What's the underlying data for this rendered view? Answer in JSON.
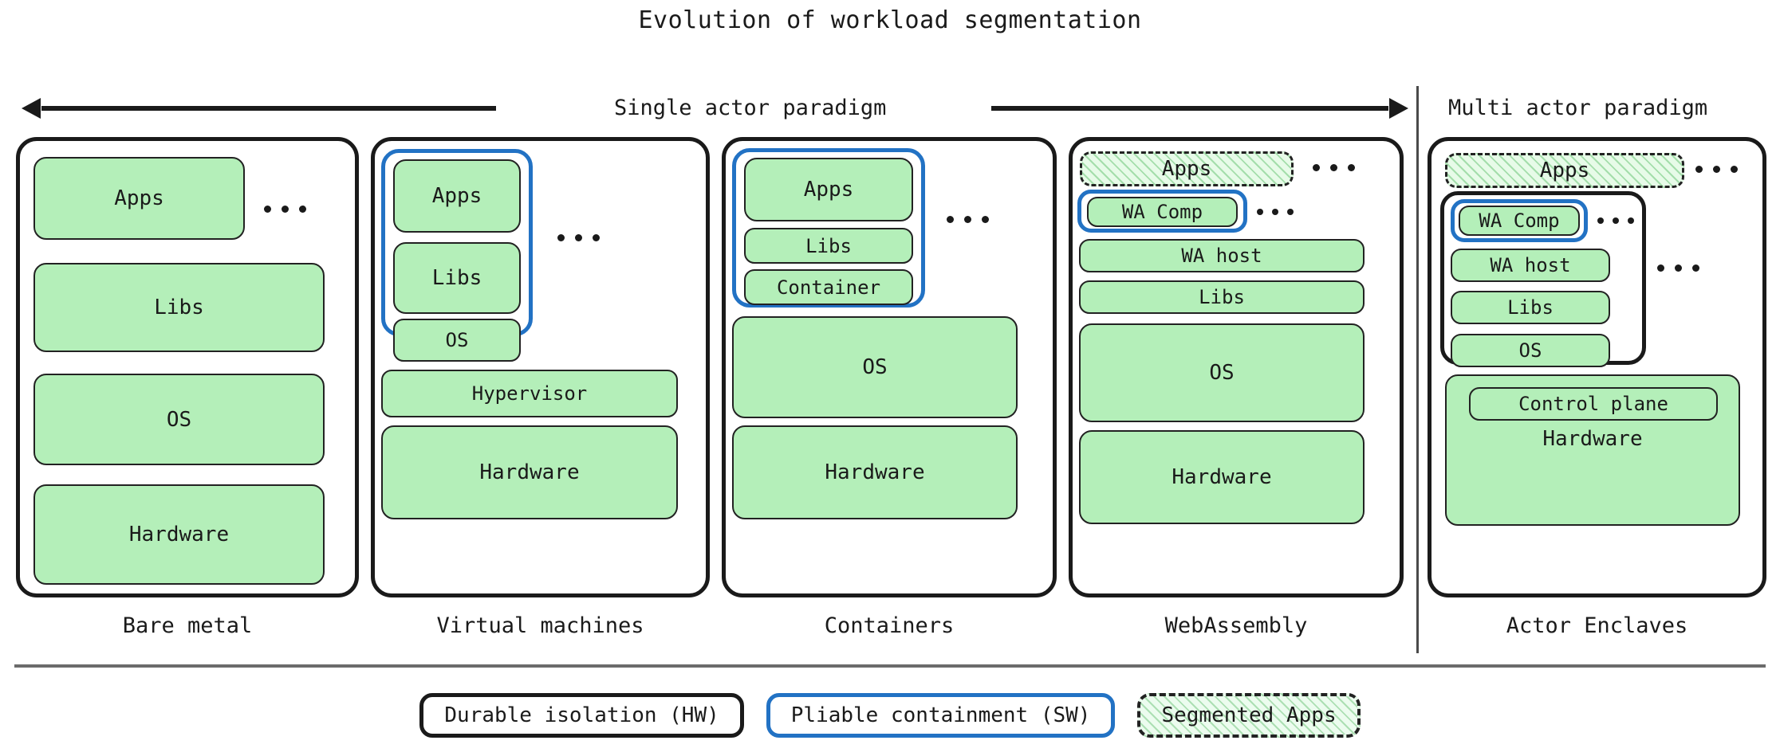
{
  "title": "Evolution of workload segmentation",
  "paradigms": {
    "single": "Single actor paradigm",
    "multi": "Multi actor paradigm"
  },
  "columns": [
    {
      "caption": "Bare metal",
      "layers": [
        {
          "label": "Apps",
          "kind": "solid"
        },
        {
          "label": "Libs",
          "kind": "solid"
        },
        {
          "label": "OS",
          "kind": "solid"
        },
        {
          "label": "Hardware",
          "kind": "solid"
        }
      ]
    },
    {
      "caption": "Virtual machines",
      "layers": [
        {
          "label": "Apps",
          "kind": "solid"
        },
        {
          "label": "Libs",
          "kind": "solid"
        },
        {
          "label": "OS",
          "kind": "solid"
        },
        {
          "label": "Hypervisor",
          "kind": "solid"
        },
        {
          "label": "Hardware",
          "kind": "solid"
        }
      ]
    },
    {
      "caption": "Containers",
      "layers": [
        {
          "label": "Apps",
          "kind": "solid"
        },
        {
          "label": "Libs",
          "kind": "solid"
        },
        {
          "label": "Container",
          "kind": "solid"
        },
        {
          "label": "OS",
          "kind": "solid"
        },
        {
          "label": "Hardware",
          "kind": "solid"
        }
      ]
    },
    {
      "caption": "WebAssembly",
      "layers": [
        {
          "label": "Apps",
          "kind": "segmented"
        },
        {
          "label": "WA Comp",
          "kind": "solid"
        },
        {
          "label": "WA host",
          "kind": "solid"
        },
        {
          "label": "Libs",
          "kind": "solid"
        },
        {
          "label": "OS",
          "kind": "solid"
        },
        {
          "label": "Hardware",
          "kind": "solid"
        }
      ]
    },
    {
      "caption": "Actor Enclaves",
      "layers": [
        {
          "label": "Apps",
          "kind": "segmented"
        },
        {
          "label": "WA Comp",
          "kind": "solid"
        },
        {
          "label": "WA host",
          "kind": "solid"
        },
        {
          "label": "Libs",
          "kind": "solid"
        },
        {
          "label": "OS",
          "kind": "solid"
        },
        {
          "label": "Control plane",
          "kind": "solid"
        },
        {
          "label": "Hardware",
          "kind": "solid"
        }
      ]
    }
  ],
  "legend": [
    {
      "label": "Durable isolation (HW)",
      "style": "hw"
    },
    {
      "label": "Pliable containment (SW)",
      "style": "sw"
    },
    {
      "label": "Segmented Apps",
      "style": "seg"
    }
  ],
  "colors": {
    "layer_fill": "#b4efb9",
    "hw_boundary": "#1a1a1a",
    "sw_boundary": "#2272c4",
    "text": "#1a1a1a",
    "divider": "#6b6b6b"
  },
  "icons": {
    "arrow_left": "arrow-left-icon",
    "arrow_right": "arrow-right-icon",
    "ellipsis": "ellipsis-icon"
  }
}
